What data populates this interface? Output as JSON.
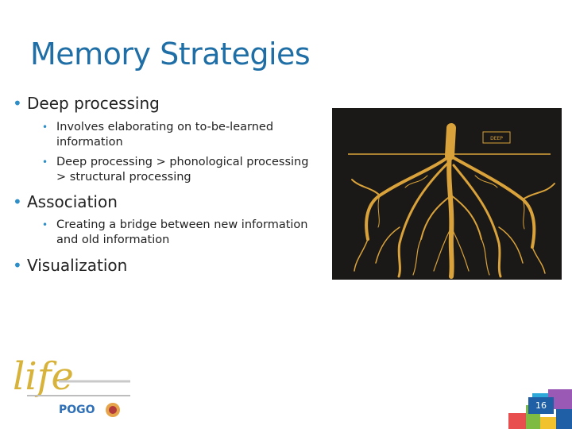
{
  "slide": {
    "title": "Memory Strategies",
    "page_number": "16",
    "bullets": [
      {
        "text": "Deep processing",
        "subs": [
          "Involves elaborating on to-be-learned information",
          "Deep processing > phonological processing > structural processing"
        ]
      },
      {
        "text": "Association",
        "subs": [
          "Creating a bridge between new information and old information"
        ]
      },
      {
        "text": "Visualization",
        "subs": []
      }
    ]
  },
  "photo": {
    "label": "DEEP"
  },
  "logo": {
    "script_word": "life",
    "brand": "POGO"
  },
  "colors": {
    "title": "#1f6fa6",
    "bullet": "#2e8fc8",
    "roots": "#d9a23a",
    "page_box": "#1e5fa6"
  }
}
